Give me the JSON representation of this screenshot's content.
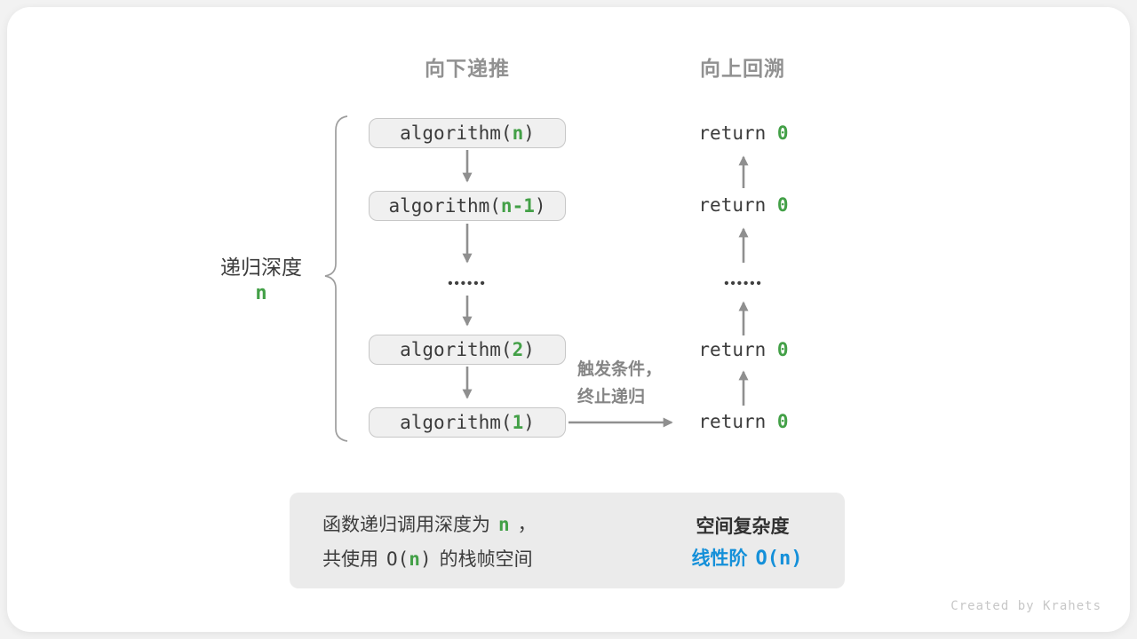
{
  "headers": {
    "downward": "向下递推",
    "upward": "向上回溯"
  },
  "depth_label": {
    "text": "递归深度",
    "var": "n"
  },
  "call_stack": {
    "frames": [
      {
        "prefix": "algorithm(",
        "arg": "n",
        "suffix": ")"
      },
      {
        "prefix": "algorithm(",
        "arg": "n-1",
        "suffix": ")"
      },
      {
        "prefix": "algorithm(",
        "arg": "2",
        "suffix": ")"
      },
      {
        "prefix": "algorithm(",
        "arg": "1",
        "suffix": ")"
      }
    ],
    "ellipsis": "••••••"
  },
  "returns": {
    "items": [
      {
        "prefix": "return ",
        "value": "0"
      },
      {
        "prefix": "return ",
        "value": "0"
      },
      {
        "prefix": "return ",
        "value": "0"
      },
      {
        "prefix": "return ",
        "value": "0"
      }
    ],
    "ellipsis": "••••••"
  },
  "base_case_note": {
    "line1": "触发条件，",
    "line2": "终止递归"
  },
  "summary": {
    "line1": {
      "pre": "函数递归调用深度为",
      "var": "n",
      "post": "，"
    },
    "line2": {
      "pre": "共使用",
      "code_open": "O(",
      "var": "n",
      "code_close": ")",
      "post": "的栈帧空间"
    },
    "result_title": "空间复杂度",
    "result_label": "线性阶",
    "result_value": "O(n)"
  },
  "credit": "Created by Krahets",
  "colors": {
    "green": "#43a047",
    "blue": "#1590d9",
    "arrow_gray": "#8f8f8f",
    "box_fill": "#f0f0f0",
    "box_border": "#c7c7c7",
    "summary_fill": "#ebebeb",
    "header_gray": "#919191"
  }
}
